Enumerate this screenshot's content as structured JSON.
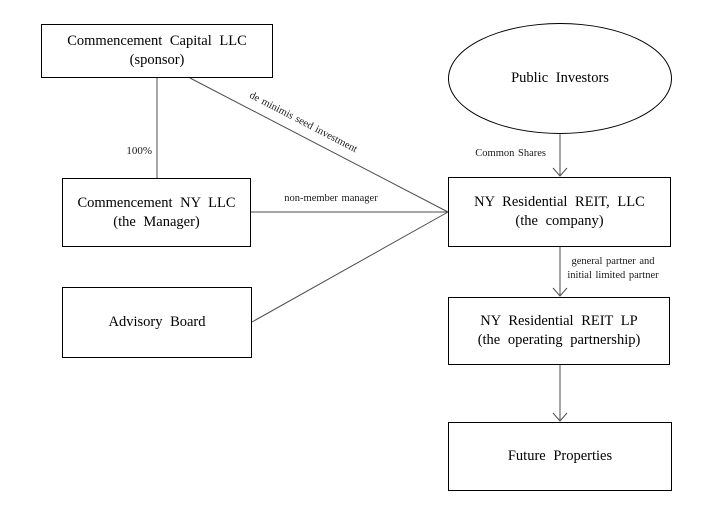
{
  "diagram": {
    "nodes": {
      "sponsor": {
        "title": "Commencement Capital LLC",
        "subtitle": "(sponsor)"
      },
      "public_investors": {
        "title": "Public Investors"
      },
      "manager": {
        "title": "Commencement NY LLC",
        "subtitle": "(the Manager)"
      },
      "company": {
        "title": "NY Residential REIT, LLC",
        "subtitle": "(the company)"
      },
      "advisory_board": {
        "title": "Advisory Board"
      },
      "operating_partnership": {
        "title": "NY Residential REIT LP",
        "subtitle": "(the operating partnership)"
      },
      "future_properties": {
        "title": "Future Properties"
      }
    },
    "edges": {
      "ownership": {
        "label": "100%"
      },
      "seed_investment": {
        "label": "de minimis seed investment"
      },
      "non_member_manager": {
        "label": "non-member manager"
      },
      "common_shares": {
        "label": "Common Shares"
      },
      "general_partner": {
        "label_line1": "general partner and",
        "label_line2": "initial limited partner"
      }
    },
    "colors": {
      "line": "#4d4d4d",
      "border": "#000000",
      "background": "#ffffff",
      "text": "#000000"
    }
  }
}
